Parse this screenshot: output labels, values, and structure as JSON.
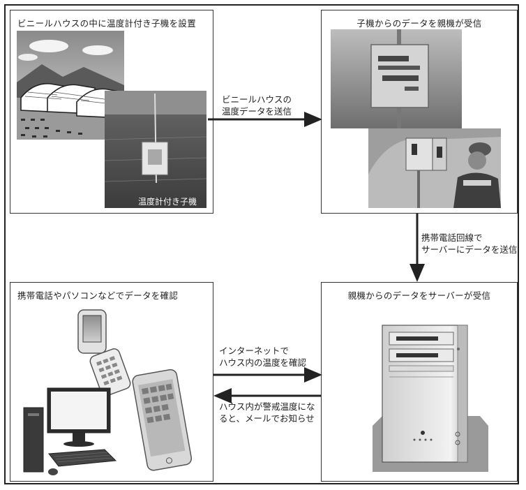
{
  "panels": {
    "sensor": {
      "title": "ビニールハウスの中に温度計付き子機を設置",
      "caption": "温度計付き子機"
    },
    "base": {
      "title": "子機からのデータを親機が受信"
    },
    "server": {
      "title": "親機からのデータをサーバーが受信"
    },
    "device": {
      "title": "携帯電話やパソコンなどでデータを確認"
    }
  },
  "arrows": {
    "sensor_to_base": {
      "line1": "ビニールハウスの",
      "line2": "温度データを送信"
    },
    "base_to_server": {
      "line1": "携帯電話回線で",
      "line2": "サーバーにデータを送信"
    },
    "device_to_server": {
      "line1": "インターネットで",
      "line2": "ハウス内の温度を確認"
    },
    "server_to_device": {
      "line1": "ハウス内が警戒温度にな",
      "line2": "ると、メールでお知らせ"
    }
  },
  "icons": [
    "greenhouse-icon",
    "sensor-photo",
    "base-unit-photo",
    "server-tower-icon",
    "flip-phone-icon",
    "smartphone-icon",
    "desktop-pc-icon"
  ]
}
